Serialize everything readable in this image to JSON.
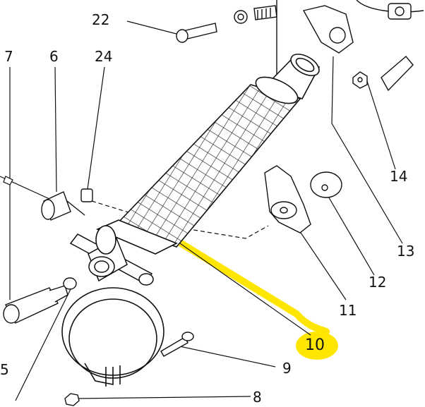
{
  "labels": {
    "l22": "22",
    "l7": "7",
    "l6": "6",
    "l24": "24",
    "l14": "14",
    "l13": "13",
    "l12": "12",
    "l11": "11",
    "l10": "10",
    "l9": "9",
    "l8": "8",
    "l5": "5"
  },
  "highlight_color": "#ffe600",
  "highlighted_part": "10"
}
